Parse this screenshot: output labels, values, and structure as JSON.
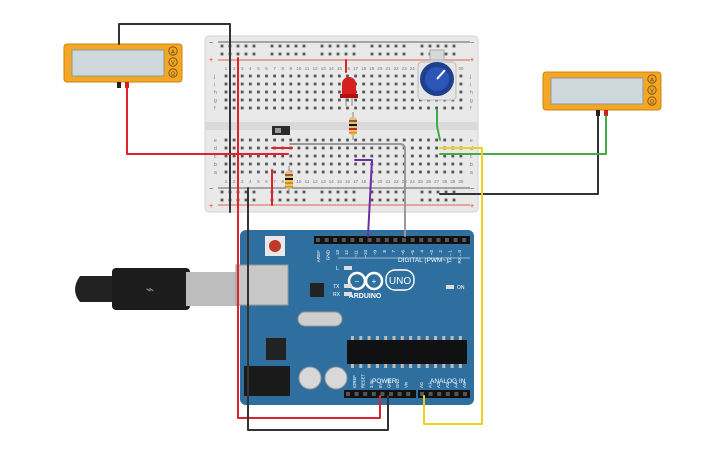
{
  "board": {
    "brand": "ARDUINO",
    "model": "UNO",
    "digital_label": "DIGITAL (PWM~)",
    "power_label": "POWER",
    "analog_label": "ANALOG IN",
    "on_label": "ON",
    "l_label": "L",
    "tx_label": "TX",
    "rx_label": "RX",
    "digital_pins": [
      "AREF",
      "GND",
      "13",
      "12",
      "~11",
      "~10",
      "~9",
      "8",
      "7",
      "~6",
      "~5",
      "4",
      "~3",
      "2",
      "TX→1",
      "RX←0"
    ],
    "power_pins": [
      "IOREF",
      "RESET",
      "3.3V",
      "5V",
      "GND",
      "GND",
      "Vin"
    ],
    "analog_pins": [
      "A0",
      "A1",
      "A2",
      "A3",
      "A4",
      "A5"
    ]
  },
  "breadboard": {
    "column_numbers": [
      "1",
      "2",
      "3",
      "4",
      "5",
      "6",
      "7",
      "8",
      "9",
      "10",
      "11",
      "12",
      "13",
      "14",
      "15",
      "16",
      "17",
      "18",
      "19",
      "20",
      "21",
      "22",
      "23",
      "24",
      "25",
      "26",
      "27",
      "28",
      "29",
      "30"
    ],
    "top_rows": [
      "j",
      "i",
      "h",
      "g",
      "f"
    ],
    "bottom_rows": [
      "e",
      "d",
      "c",
      "b",
      "a"
    ]
  },
  "multimeter_buttons": [
    "A",
    "V",
    "Ω"
  ],
  "colors": {
    "board": "#2f6fa0",
    "breadboard": "#e9e9e9",
    "wire_red": "#e0232b",
    "wire_black": "#333333",
    "wire_green": "#3fae49",
    "wire_yellow": "#f2cf1f",
    "wire_purple": "#6f2da8",
    "wire_gray": "#9a9a9a",
    "meter_body": "#f5a623"
  }
}
